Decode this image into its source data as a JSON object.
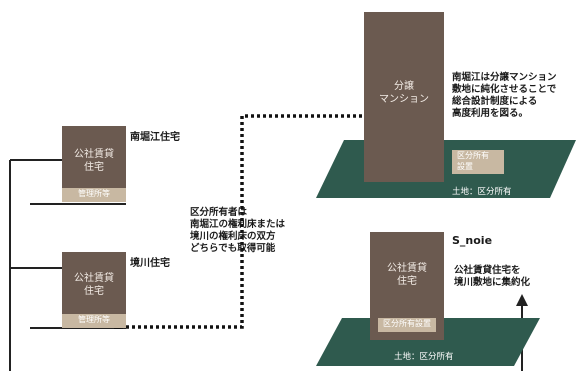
{
  "minami_horie": {
    "name": "南堀江住宅",
    "box_lines": [
      "公社賃貸",
      "住宅"
    ],
    "badge": "管理所等"
  },
  "sakaigawa": {
    "name": "境川住宅",
    "box_lines": [
      "公社賃貸",
      "住宅"
    ],
    "badge": "管理所等"
  },
  "bunjo": {
    "box_lines": [
      "分譲",
      "マンション"
    ],
    "badge_lines": [
      "区分所有",
      "設置"
    ],
    "land": "土地：区分所有",
    "note_lines": [
      "南堀江は分譲マンション",
      "敷地に純化させることで",
      "総合設計制度による",
      "高度利用を図る。"
    ]
  },
  "snoie": {
    "name": "S_noie",
    "box_lines": [
      "公社賃貸",
      "住宅"
    ],
    "badge": "区分所有設置",
    "land": "土地：区分所有",
    "note_lines": [
      "公社賃貸住宅を",
      "境川敷地に集約化"
    ]
  },
  "middle_note_lines": [
    "区分所有者は",
    "南堀江の権利床または",
    "境川の権利床の双方",
    "どちらでも取得可能"
  ],
  "colors": {
    "building": "#6b5a50",
    "badge": "#c8b8a2",
    "land": "#2f5a4e",
    "line": "#222222"
  }
}
